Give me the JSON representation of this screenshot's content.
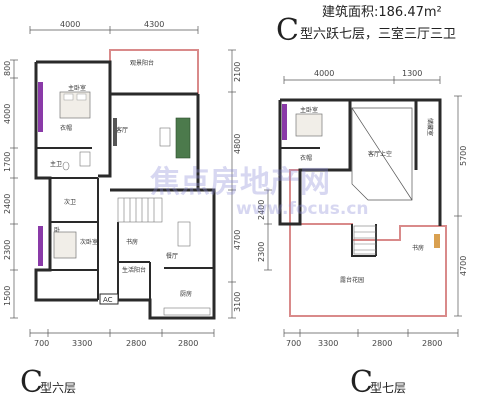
{
  "header": {
    "area_label": "建筑面积:186.47m²",
    "type_letter": "C",
    "type_desc": "型六跃七层，三室三厅三卫"
  },
  "floor6": {
    "letter": "C",
    "label": "型六层",
    "dims_top": [
      "4000",
      "4300"
    ],
    "dims_left": [
      "800",
      "4000",
      "1700",
      "2400",
      "2300",
      "1500"
    ],
    "dims_right": [
      "2100",
      "4800",
      "4700",
      "3100"
    ],
    "dims_bottom": [
      "700",
      "3300",
      "2800",
      "2800"
    ],
    "rooms": [
      "观景阳台",
      "主卧室",
      "衣帽",
      "主卫",
      "客厅",
      "次卫",
      "次卧室",
      "书房",
      "餐厅",
      "生活阳台",
      "厨房",
      "AC",
      "卧"
    ]
  },
  "floor7": {
    "letter": "C",
    "label": "型七层",
    "dims_top": [
      "4000",
      "1300"
    ],
    "dims_left": [
      "2400",
      "2300"
    ],
    "dims_right": [
      "5700",
      "4700"
    ],
    "dims_bottom": [
      "700",
      "3300",
      "2800",
      "2800"
    ],
    "rooms": [
      "主卧室",
      "客厅上空",
      "储藏室",
      "露台花园",
      "书房",
      "衣帽"
    ]
  },
  "watermark": {
    "brand": "焦点房地产网",
    "url": "www.focus.cn"
  },
  "colors": {
    "wall": "#2a2a2a",
    "terrace": "#d98a8a",
    "wardrobe": "#8a3aa8",
    "watermark": "#9090d8"
  }
}
